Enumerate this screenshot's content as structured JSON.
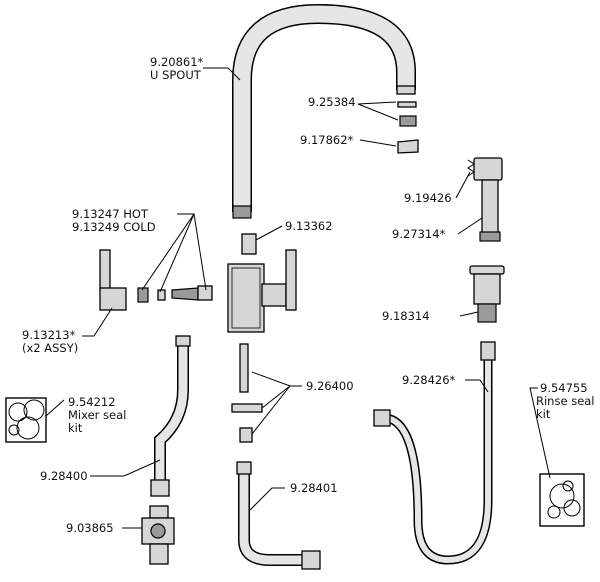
{
  "labels": {
    "u_spout_code": "9.20861*",
    "u_spout_name": "U SPOUT",
    "p_25384": "9.25384",
    "p_17862": "9.17862*",
    "p_19426": "9.19426",
    "p_27314": "9.27314*",
    "p_13247": "9.13247 HOT",
    "p_13249": "9.13249 COLD",
    "p_13362": "9.13362",
    "p_18314": "9.18314",
    "p_13213": "9.13213*",
    "p_13213_note": "(x2 ASSY)",
    "p_28426": "9.28426*",
    "p_54755": "9.54755",
    "p_54755_l2": "Rinse seal",
    "p_54755_l3": "kit",
    "p_26400": "9.26400",
    "p_54212": "9.54212",
    "p_54212_l2": "Mixer seal",
    "p_54212_l3": "kit",
    "p_28400": "9.28400",
    "p_28401": "9.28401",
    "p_03865": "9.03865"
  }
}
